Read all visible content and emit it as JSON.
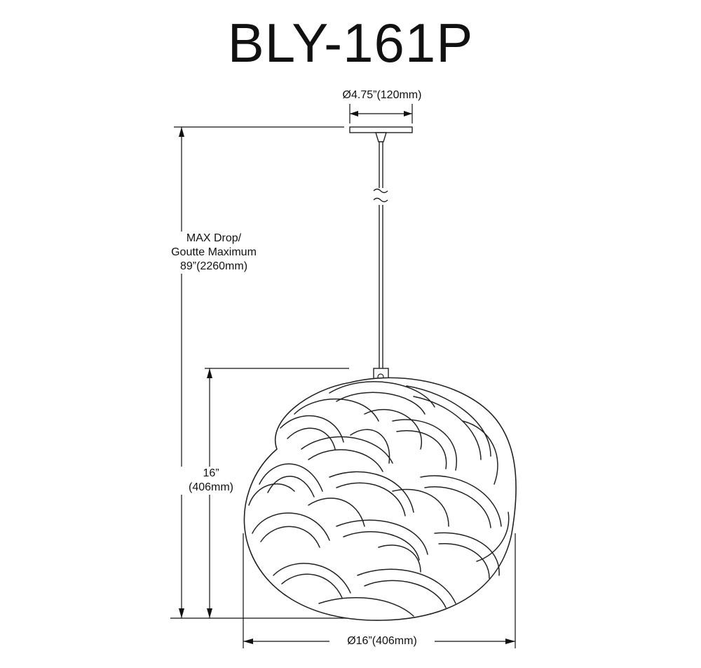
{
  "title": "BLY-161P",
  "canopy": {
    "diameter": "Ø4.75”(120mm)"
  },
  "drop": {
    "line1": "MAX Drop/",
    "line2": "Goutte Maximum",
    "line3": "89”(2260mm)"
  },
  "height": {
    "line1": "16”",
    "line2": "(406mm)"
  },
  "width": {
    "diameter": "Ø16”(406mm)"
  }
}
